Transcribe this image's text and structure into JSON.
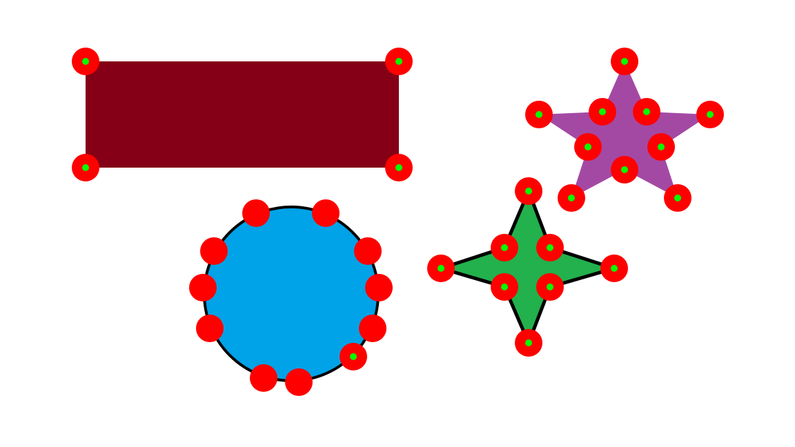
{
  "colors": {
    "background": "#ffffff",
    "rectangle_fill": "#850016",
    "circle_fill": "#00a2e8",
    "circle_stroke": "#000000",
    "star5_fill": "#a349a4",
    "star4_fill": "#22b14c",
    "star4_stroke": "#000000",
    "marker_fill": "#ff0000",
    "marker_center": "#00ff00"
  },
  "shapes": [
    {
      "id": "rectangle",
      "kind": "rectangle"
    },
    {
      "id": "circle",
      "kind": "circle"
    },
    {
      "id": "five-point-star",
      "kind": "five-point-star"
    },
    {
      "id": "four-point-star",
      "kind": "four-point-star"
    }
  ]
}
